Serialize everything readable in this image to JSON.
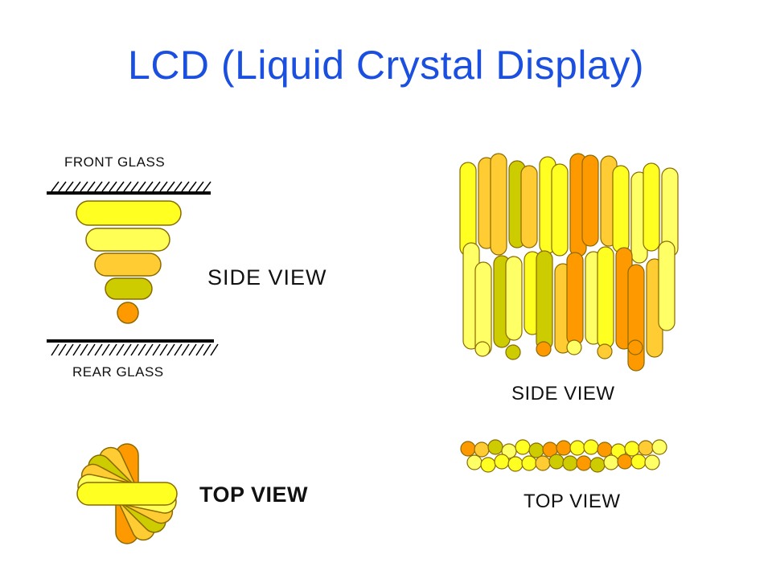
{
  "title": "LCD (Liquid Crystal Display)",
  "left_diagram": {
    "front_glass_label": "FRONT GLASS",
    "side_view_label": "SIDE VIEW",
    "rear_glass_label": "REAR GLASS",
    "top_view_label": "TOP VIEW"
  },
  "right_diagram": {
    "side_view_label": "SIDE VIEW",
    "top_view_label": "TOP VIEW"
  },
  "colors": {
    "title": "#1a4fe0",
    "yellow": "#ffff22",
    "light_yellow": "#ffff66",
    "gold": "#ffcc33",
    "olive": "#cccc00",
    "orange": "#ff9900"
  }
}
